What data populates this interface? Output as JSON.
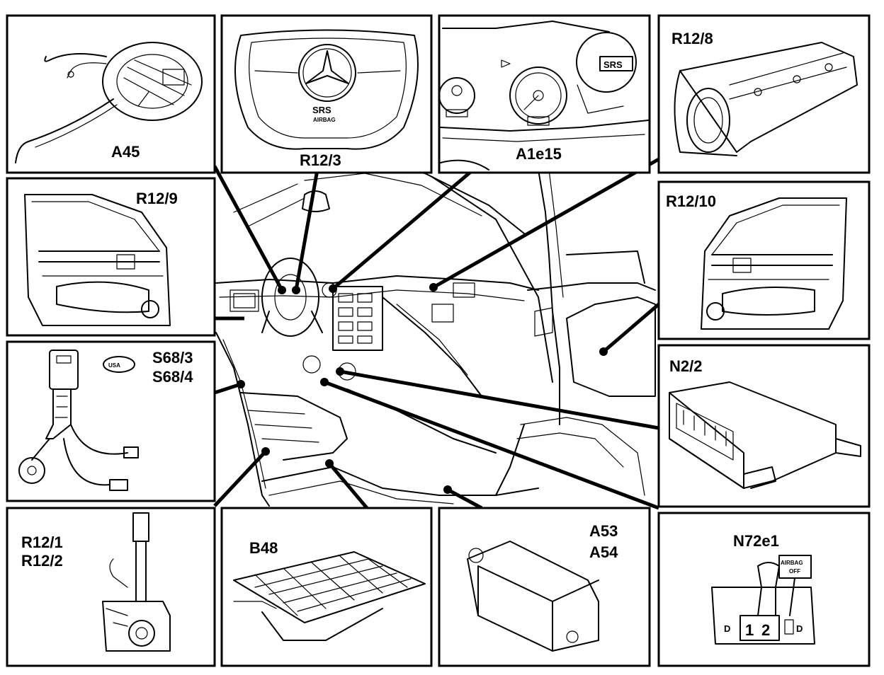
{
  "panels": {
    "a45": "A45",
    "r12_3": "R12/3",
    "a1e15": "A1e15",
    "r12_8": "R12/8",
    "r12_9": "R12/9",
    "r12_10": "R12/10",
    "s68_3": "S68/3",
    "s68_4": "S68/4",
    "usa": "USA",
    "n2_2": "N2/2",
    "r12_1": "R12/1",
    "r12_2": "R12/2",
    "b48": "B48",
    "a53": "A53",
    "a54": "A54",
    "n72e1": "N72e1"
  },
  "markings": {
    "srs": "SRS",
    "airbag": "AIRBAG",
    "cluster_srs": "SRS",
    "airbag_off_1": "AIRBAG",
    "airbag_off_2": "OFF",
    "gear_d_left": "D",
    "gear_d_right": "D",
    "gear_1": "1",
    "gear_2": "2"
  }
}
